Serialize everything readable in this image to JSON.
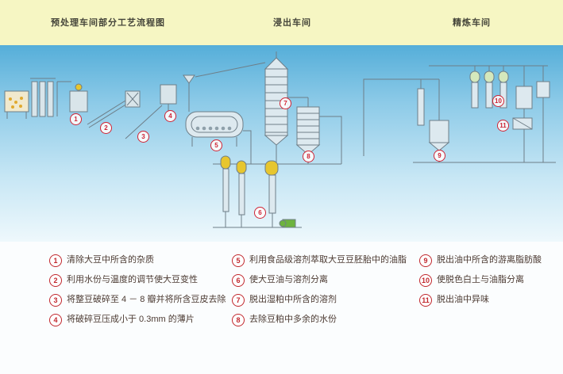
{
  "colors": {
    "header_bg": "#f6f6c3",
    "diagram_blue_top": "#55aed9",
    "diagram_blue_bottom": "#eef8fc",
    "accent_red": "#c1272d",
    "equipment_yellow": "#e7c62f",
    "equipment_green": "#6db33f"
  },
  "header": {
    "titles": [
      {
        "label": "预处理车间部分工艺流程图"
      },
      {
        "label": "浸出车间"
      },
      {
        "label": "精炼车间"
      }
    ]
  },
  "diagram": {
    "markers": [
      {
        "n": "1"
      },
      {
        "n": "2"
      },
      {
        "n": "3"
      },
      {
        "n": "4"
      },
      {
        "n": "5"
      },
      {
        "n": "6"
      },
      {
        "n": "7"
      },
      {
        "n": "8"
      },
      {
        "n": "9"
      },
      {
        "n": "10"
      },
      {
        "n": "11"
      }
    ]
  },
  "legend": {
    "columns": [
      {
        "items": [
          {
            "n": "1",
            "text": "清除大豆中所含的杂质"
          },
          {
            "n": "2",
            "text": "利用水份与温度的调节使大豆变性"
          },
          {
            "n": "3",
            "text": "将整豆破碎至 4 － 8 瓣并将所含豆皮去除"
          },
          {
            "n": "4",
            "text": "将破碎豆压成小于 0.3mm 的薄片"
          }
        ]
      },
      {
        "items": [
          {
            "n": "5",
            "text": "利用食品级溶剂萃取大豆豆胚胎中的油脂"
          },
          {
            "n": "6",
            "text": "使大豆油与溶剂分离"
          },
          {
            "n": "7",
            "text": "脱出湿粕中所含的溶剂"
          },
          {
            "n": "8",
            "text": "去除豆粕中多余的水份"
          }
        ]
      },
      {
        "items": [
          {
            "n": "9",
            "text": "脱出油中所含的游离脂肪酸"
          },
          {
            "n": "10",
            "text": "使脱色白土与油脂分离"
          },
          {
            "n": "11",
            "text": "脱出油中异味"
          }
        ]
      }
    ]
  }
}
